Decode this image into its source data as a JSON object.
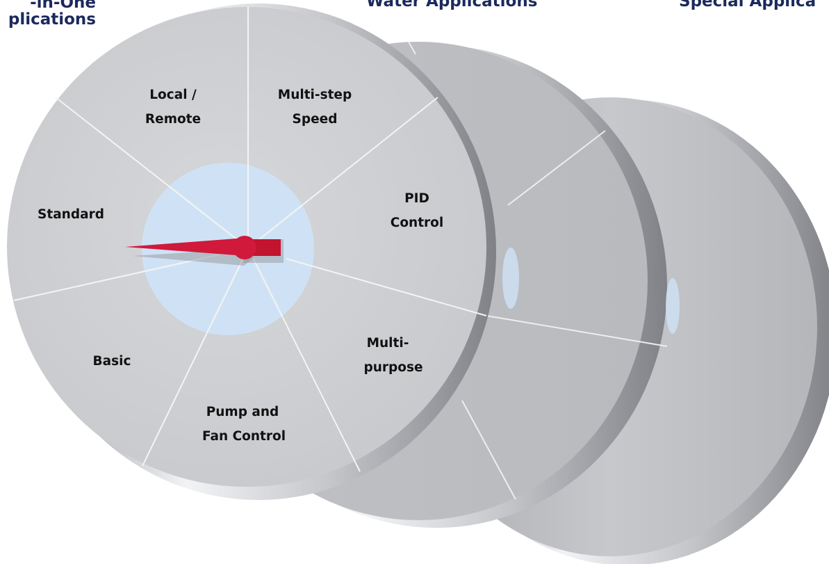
{
  "headers": {
    "all_in_one_line1": "-in-One",
    "all_in_one_line2": "plications",
    "water": "Water Applications",
    "special": "Special Applica"
  },
  "front_dial": {
    "segments": [
      {
        "line1": "Local /",
        "line2": "Remote"
      },
      {
        "line1": "Multi-step",
        "line2": "Speed"
      },
      {
        "line1": "PID",
        "line2": "Control"
      },
      {
        "line1": "Multi-",
        "line2": "purpose"
      },
      {
        "line1": "Pump and",
        "line2": "Fan Control"
      },
      {
        "line1": "Basic",
        "line2": ""
      },
      {
        "line1": "Standard",
        "line2": ""
      }
    ]
  },
  "colors": {
    "disc_face": "#cbcccf",
    "disc_edge": "#b2b4b8",
    "hub": "#cfe2f5",
    "needle": "#d0193b",
    "header_text": "#1b2a5c",
    "label_text": "#111111"
  }
}
